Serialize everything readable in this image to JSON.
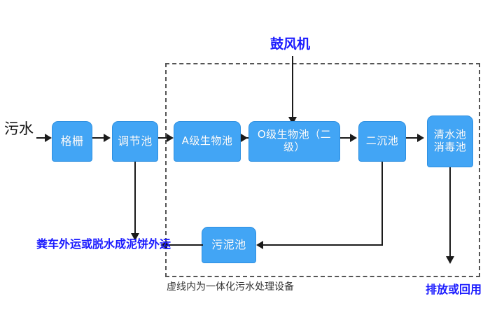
{
  "diagram": {
    "title_top_label": "鼓风机",
    "inlet_label": "污水",
    "caption": "虚线内为一体化污水处理设备",
    "outlet_label": "排放或回用",
    "sludge_disposal_label": "粪车外运或脱水成泥饼外运",
    "colors": {
      "node_fill": "#42a5f5",
      "node_border": "#2d8fe0",
      "node_text": "#ffffff",
      "blue_text": "#1a1aff",
      "black_text": "#111111",
      "connector": "#1b1b1b",
      "dashed_border": "#555555",
      "background": "#ffffff"
    },
    "nodes": [
      {
        "id": "grille",
        "label": "格栅"
      },
      {
        "id": "regulating",
        "label": "调节池"
      },
      {
        "id": "a-stage-bio",
        "label": "A级生物池"
      },
      {
        "id": "o-stage-bio",
        "label": "O级生物池（二级）"
      },
      {
        "id": "second-settle",
        "label": "二沉池"
      },
      {
        "id": "clearwater",
        "label": "清水池\n消毒池"
      },
      {
        "id": "sludge-tank",
        "label": "污泥池"
      }
    ]
  }
}
